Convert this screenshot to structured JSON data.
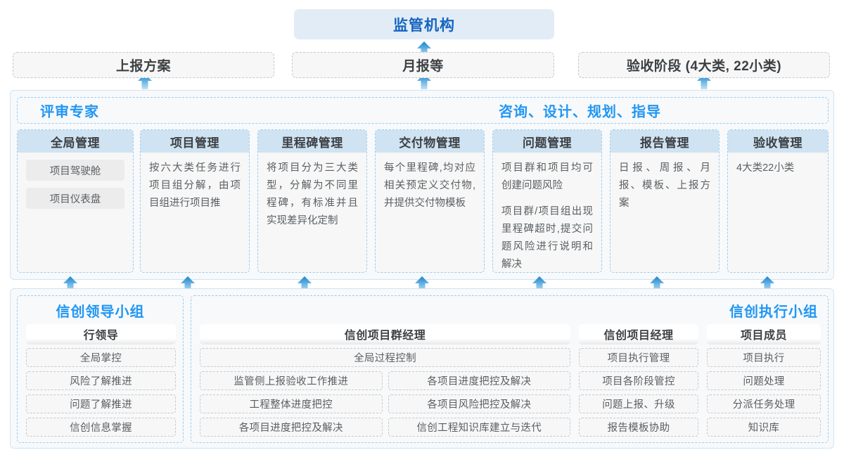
{
  "top": {
    "regulator": {
      "label": "监管机构"
    },
    "deliverables": [
      {
        "label": "上报方案"
      },
      {
        "label": "月报等"
      },
      {
        "label": "验收阶段 (4大类, 22小类)"
      }
    ]
  },
  "middle": {
    "band_left_label": "评审专家",
    "band_center_label": "咨询、设计、规划、指导",
    "columns": [
      {
        "title": "全局管理",
        "chips": [
          "项目驾驶舱",
          "项目仪表盘"
        ],
        "paragraphs": []
      },
      {
        "title": "项目管理",
        "chips": [],
        "paragraphs": [
          "按六大类任务进行项目组分解，由项目组进行项目推"
        ]
      },
      {
        "title": "里程碑管理",
        "chips": [],
        "paragraphs": [
          "将项目分为三大类型，分解为不同里程碑，有标准并且实现差异化定制"
        ]
      },
      {
        "title": "交付物管理",
        "chips": [],
        "paragraphs": [
          "每个里程碑,均对应相关预定义交付物,并提供交付物模板"
        ]
      },
      {
        "title": "问题管理",
        "chips": [],
        "paragraphs": [
          "项目群和项目均可创建问题风险",
          "项目群/项目组出现里程碑超时,提交问题风险进行说明和解决"
        ]
      },
      {
        "title": "报告管理",
        "chips": [],
        "paragraphs": [
          "日报、周报、月报、模板、上报方案"
        ]
      },
      {
        "title": "验收管理",
        "chips": [],
        "paragraphs": [
          "4大类22小类"
        ]
      }
    ]
  },
  "bottom": {
    "groups": [
      {
        "title": "信创领导小组",
        "roles": [
          {
            "name": "行领导",
            "layout": "single",
            "items": [
              "全局掌控",
              "风险了解推进",
              "问题了解推进",
              "信创信息掌握"
            ]
          }
        ]
      },
      {
        "title": "信创执行小组",
        "roles": [
          {
            "name": "信创项目群经理",
            "layout": "two-col",
            "full_items": [
              "全局过程控制"
            ],
            "left_items": [
              "监管侧上报验收工作推进",
              "工程整体进度把控",
              "各项目进度把控及解决"
            ],
            "right_items": [
              "各项目进度把控及解决",
              "各项目风险把控及解决",
              "信创工程知识库建立与迭代"
            ]
          },
          {
            "name": "信创项目经理",
            "layout": "single",
            "items": [
              "项目执行管理",
              "项目各阶段管控",
              "问题上报、升级",
              "报告模板协助"
            ]
          },
          {
            "name": "项目成员",
            "layout": "single",
            "items": [
              "项目执行",
              "问题处理",
              "分派任务处理",
              "知识库"
            ]
          }
        ]
      }
    ]
  },
  "colors": {
    "accent_blue": "#2196f3",
    "title_blue": "#1565c0",
    "node_fill": "#e2ecf7",
    "col_head_fill": "#cfe3f2",
    "dashed_grey": "#c9c9c9",
    "dashed_blue": "#9ccdf0",
    "panel_bg": "#f7f9fb",
    "arrow_top": "#1785cf",
    "arrow_bottom": "#bfe2f7"
  },
  "arrows": {
    "icon": "arrow-up-icon",
    "count": 13
  }
}
